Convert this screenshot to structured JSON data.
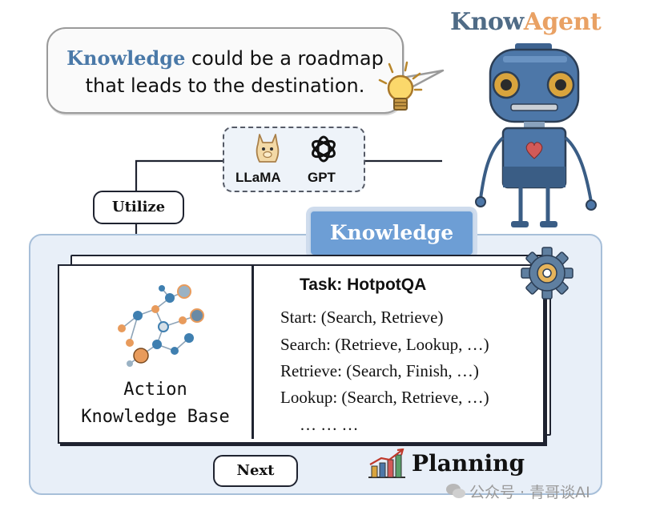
{
  "brand": {
    "know": "Know",
    "agent": "Agent"
  },
  "bubble": {
    "keyword": "Knowledge",
    "line1_rest": " could be a roadmap",
    "line2": "that leads to  the destination."
  },
  "llms": {
    "llama": "LLaMA",
    "gpt": "GPT"
  },
  "utilize": "Utilize",
  "knowledge_tab": "Knowledge",
  "book": {
    "left_label_line1": "Action",
    "left_label_line2": "Knowledge Base",
    "task_title": "Task:  HotpotQA",
    "lines": [
      "Start: (Search, Retrieve)",
      "Search: (Retrieve, Lookup, …)",
      "Retrieve: (Search, Finish, …)",
      "Lookup: (Search, Retrieve, …)"
    ],
    "ellipsis": "… … …"
  },
  "next": "Next",
  "planning": "Planning",
  "watermark": "公众号 · 青哥谈AI",
  "colors": {
    "keyword": "#4a79a8",
    "brand_know": "#4f6b86",
    "brand_agent": "#e9a164",
    "panel_fill": "#e8eff8",
    "tab_fill": "#6d9ed5",
    "robot_body": "#4d77a8"
  },
  "icons": [
    "lightbulb-icon",
    "llama-icon",
    "openai-gpt-icon",
    "robot-illustration",
    "gear-icon",
    "knowledge-graph-icon",
    "chart-growth-icon",
    "wechat-icon"
  ]
}
